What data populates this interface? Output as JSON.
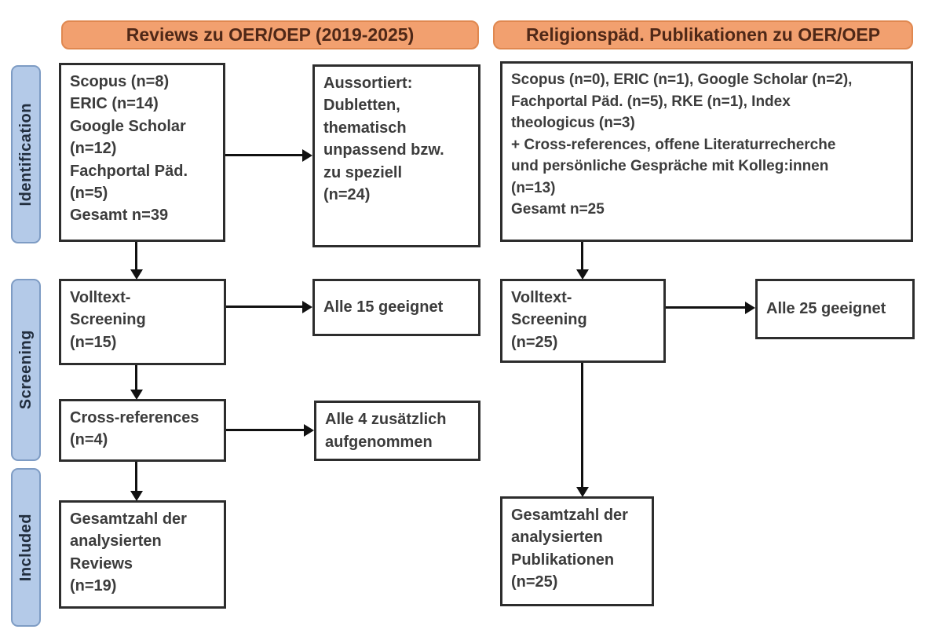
{
  "headers": {
    "left": "Reviews zu OER/OEP (2019-2025)",
    "right": "Religionspäd. Publikationen zu OER/OEP"
  },
  "stages": {
    "identification": "Identification",
    "screening": "Screening",
    "included": "Included"
  },
  "left_column": {
    "sources": "Scopus (n=8)\nERIC (n=14)\nGoogle Scholar\n(n=12)\nFachportal Päd.\n(n=5)\nGesamt n=39",
    "excluded": "Aussortiert:\nDubletten,\nthematisch\nunpassend bzw.\nzu speziell\n(n=24)",
    "fulltext": "Volltext-\nScreening\n(n=15)",
    "eligible": "Alle 15 geeignet",
    "crossref": "Cross-references\n(n=4)",
    "added": "Alle 4 zusätzlich\naufgenommen",
    "total": "Gesamtzahl der\nanalysierten\nReviews\n(n=19)"
  },
  "right_column": {
    "sources": "Scopus (n=0), ERIC (n=1), Google Scholar (n=2),\nFachportal Päd. (n=5), RKE (n=1), Index\ntheologicus (n=3)\n+ Cross-references, offene Literaturrecherche\nund persönliche Gespräche mit Kolleg:innen\n(n=13)\nGesamt n=25",
    "fulltext": "Volltext-\nScreening\n(n=25)",
    "eligible": "Alle 25 geeignet",
    "total": "Gesamtzahl der\nanalysierten\nPublikationen\n(n=25)"
  },
  "colors": {
    "header_fill": "#f2a06f",
    "header_border": "#e08850",
    "header_text": "#4f2817",
    "stage_fill": "#b4cae8",
    "stage_border": "#7e9cc4",
    "stage_text": "#222e3e",
    "box_border": "#2d2d2d",
    "box_text": "#3c3c3c",
    "arrow": "#111111"
  }
}
